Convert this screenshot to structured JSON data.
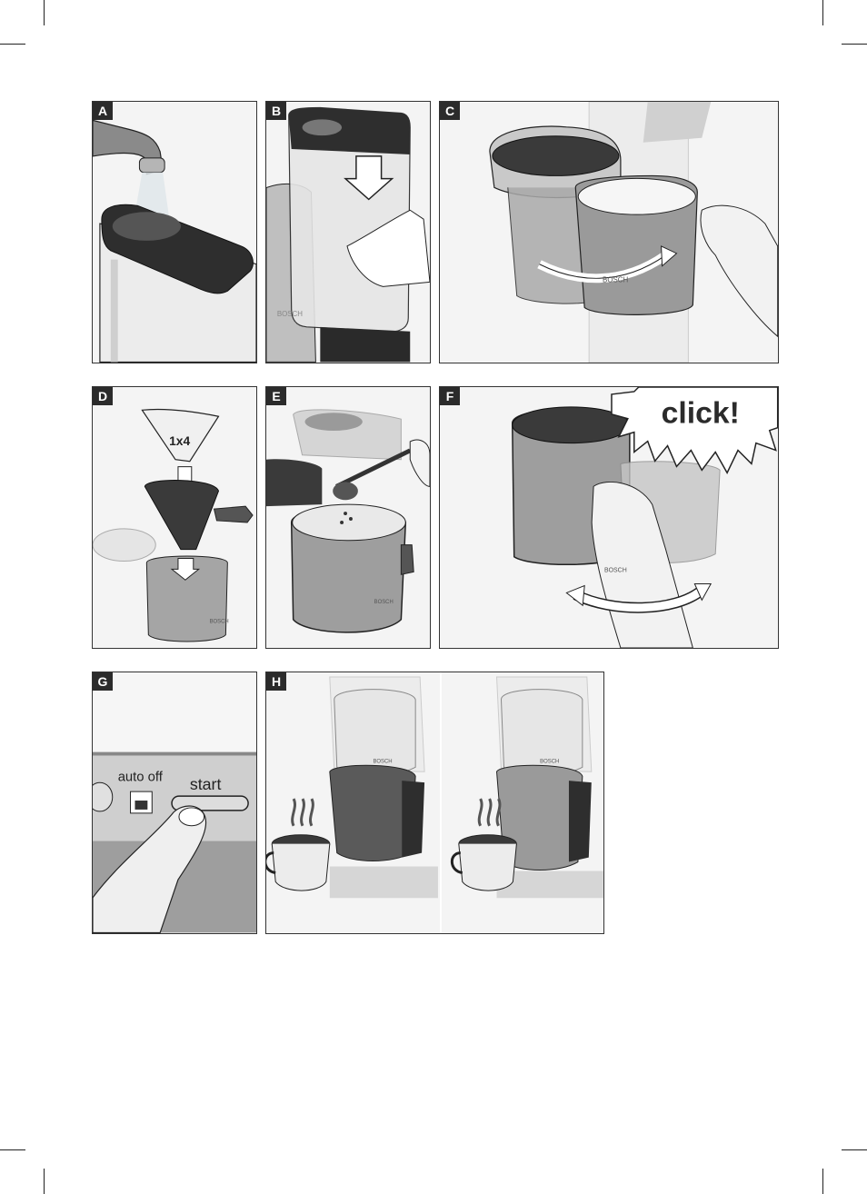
{
  "panels": {
    "A": {
      "label": "A"
    },
    "B": {
      "label": "B",
      "brand": "BOSCH"
    },
    "C": {
      "label": "C",
      "brand": "BOSCH"
    },
    "D": {
      "label": "D",
      "filter_size": "1x4",
      "brand": "BOSCH"
    },
    "E": {
      "label": "E",
      "brand": "BOSCH"
    },
    "F": {
      "label": "F",
      "sound_text": "click!",
      "brand": "BOSCH"
    },
    "G": {
      "label": "G",
      "auto_off_label": "auto off",
      "start_label": "start"
    },
    "H": {
      "label": "H",
      "brand": "BOSCH"
    }
  },
  "colors": {
    "dark": "#2e2e2e",
    "steel": "#9a9a9a",
    "light": "#e8e8e8",
    "outline": "#222222"
  }
}
